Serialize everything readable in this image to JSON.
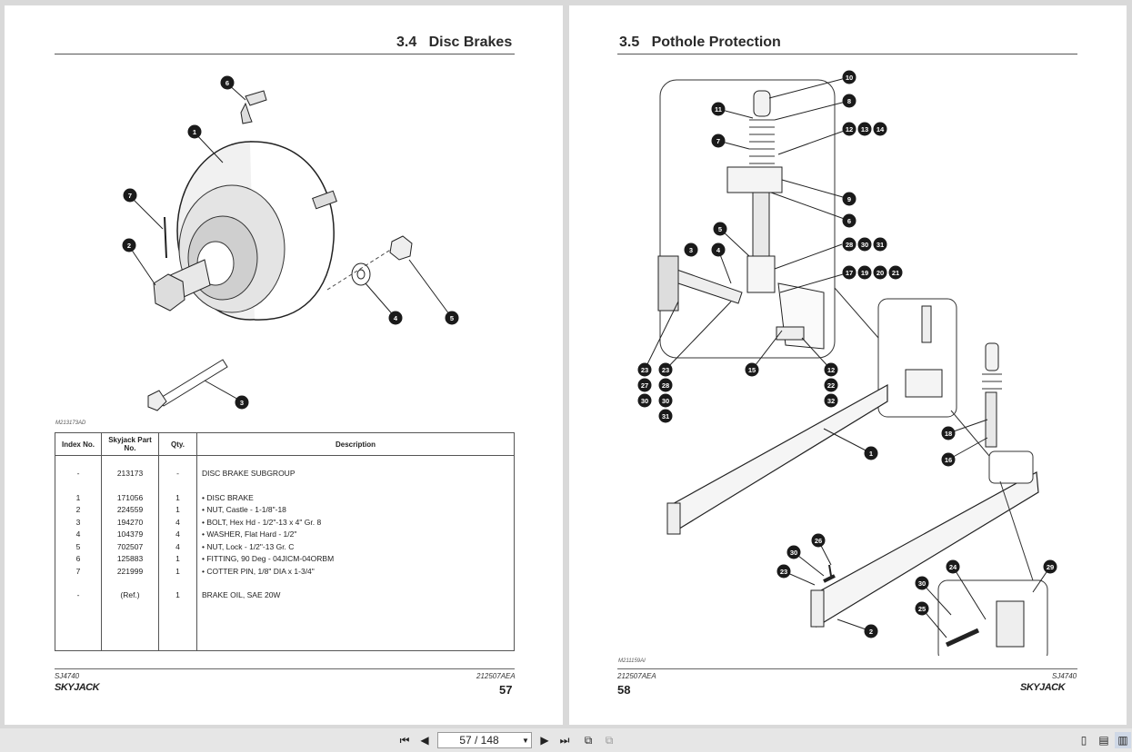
{
  "left_page": {
    "section_number": "3.4",
    "section_title": "Disc Brakes",
    "figure_code": "M213173AD",
    "callouts": [
      "6",
      "1",
      "7",
      "2",
      "3",
      "4",
      "5"
    ],
    "table": {
      "headers": {
        "index": "Index No.",
        "part_no": "Skyjack Part No.",
        "qty": "Qty.",
        "description": "Description"
      },
      "rows": [
        {
          "index": "-",
          "part_no": "213173",
          "qty": "-",
          "description": "DISC BRAKE SUBGROUP"
        },
        {
          "index": "1",
          "part_no": "171056",
          "qty": "1",
          "description": "•     DISC BRAKE"
        },
        {
          "index": "2",
          "part_no": "224559",
          "qty": "1",
          "description": "•      NUT, Castle - 1-1/8\"-18"
        },
        {
          "index": "3",
          "part_no": "194270",
          "qty": "4",
          "description": "•     BOLT, Hex Hd - 1/2\"-13 x 4\" Gr. 8"
        },
        {
          "index": "4",
          "part_no": "104379",
          "qty": "4",
          "description": "•     WASHER, Flat Hard - 1/2\""
        },
        {
          "index": "5",
          "part_no": "702507",
          "qty": "4",
          "description": "•     NUT, Lock - 1/2\"-13 Gr. C"
        },
        {
          "index": "6",
          "part_no": "125883",
          "qty": "1",
          "description": "•     FITTING, 90 Deg - 04JICM-04ORBM"
        },
        {
          "index": "7",
          "part_no": "221999",
          "qty": "1",
          "description": "•      COTTER PIN, 1/8\" DIA x 1-3/4\""
        },
        {
          "index": "-",
          "part_no": "(Ref.)",
          "qty": "1",
          "description": "BRAKE OIL, SAE 20W"
        }
      ]
    },
    "footer": {
      "model": "SJ4740",
      "doc_code": "212507AEA",
      "page_number": "57",
      "logo": "SKYJACK"
    }
  },
  "right_page": {
    "section_number": "3.5",
    "section_title": "Pothole Protection",
    "figure_code": "M211159AI",
    "callouts": [
      "10",
      "8",
      "11",
      "7",
      "12",
      "13",
      "14",
      "9",
      "6",
      "5",
      "3",
      "4",
      "28",
      "30",
      "31",
      "17",
      "19",
      "20",
      "21",
      "23",
      "27",
      "30",
      "31",
      "15",
      "22",
      "32",
      "18",
      "16",
      "1",
      "26",
      "30",
      "23",
      "24",
      "29",
      "25",
      "2"
    ],
    "footer": {
      "model": "SJ4740",
      "doc_code": "212507AEA",
      "page_number": "58",
      "logo": "SKYJACK"
    }
  },
  "toolbar": {
    "page_field": "57 / 148",
    "icons": [
      "first-page-icon",
      "prev-page-icon",
      "next-page-icon",
      "last-page-icon",
      "fit-width-icon",
      "fit-page-icon",
      "single-page-icon",
      "continuous-icon",
      "two-page-icon"
    ]
  }
}
